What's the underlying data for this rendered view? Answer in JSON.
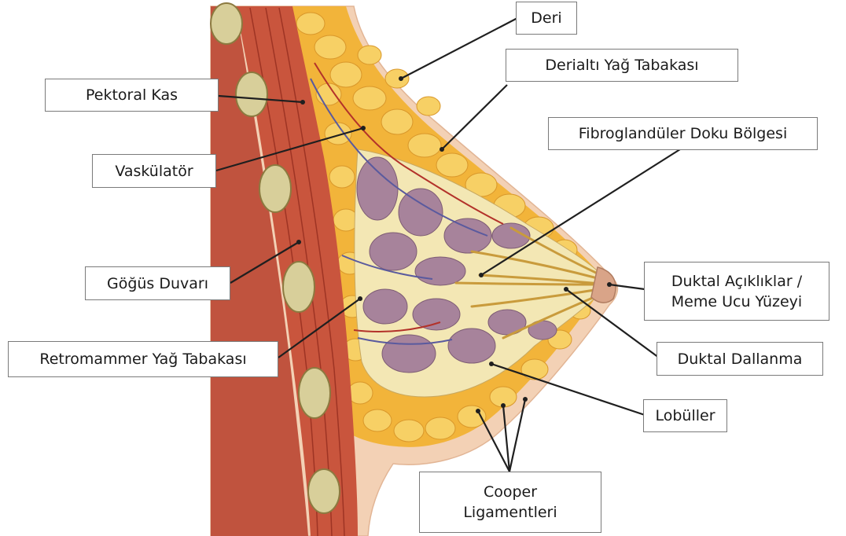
{
  "diagram": {
    "labels": {
      "deri": "Deri",
      "derialti": "Derialtı Yağ Tabakası",
      "pektoral": "Pektoral Kas",
      "fibroglanduler": "Fibroglandüler Doku Bölgesi",
      "vaskulator": "Vaskülatör",
      "gogus": "Göğüs Duvarı",
      "duktal_aciklik_1": "Duktal Açıklıklar /",
      "duktal_aciklik_2": "Meme Ucu Yüzeyi",
      "retromammer": "Retromammer Yağ Tabakası",
      "duktal_dallanma": "Duktal Dallanma",
      "lobuller": "Lobüller",
      "cooper_1": "Cooper",
      "cooper_2": "Ligamentleri"
    },
    "colors": {
      "skin": "#f3d1b5",
      "fat": "#f2b43a",
      "fat_light": "#f7d065",
      "muscle": "#c9553d",
      "muscle_dark": "#9e3424",
      "rib": "#d8cf9a",
      "lobule": "#a7839b",
      "stroma": "#f3e7b4",
      "vessel_red": "#b3322a",
      "vessel_blue": "#5a5a9e",
      "leader": "#1f1f1f"
    }
  }
}
